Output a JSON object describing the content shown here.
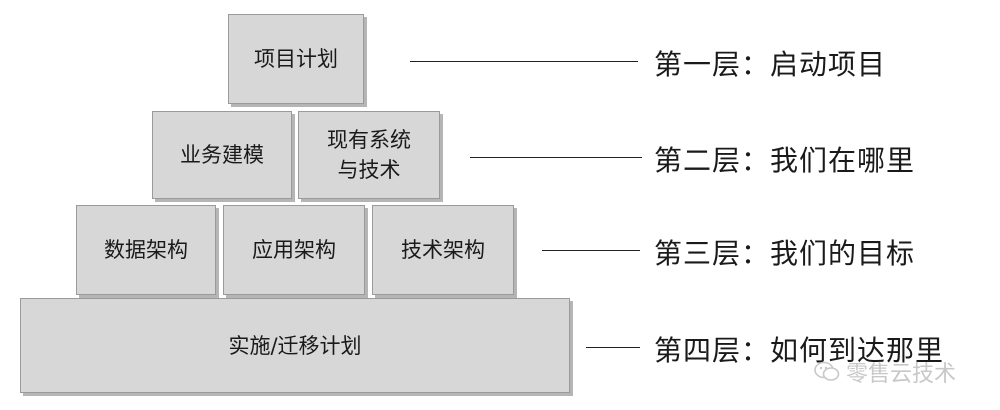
{
  "pyramid": {
    "layer1": {
      "blocks": [
        "项目计划"
      ]
    },
    "layer2": {
      "blocks": [
        "业务建模",
        "现有系统\n与技术"
      ]
    },
    "layer3": {
      "blocks": [
        "数据架构",
        "应用架构",
        "技术架构"
      ]
    },
    "layer4": {
      "blocks": [
        "实施/迁移计划"
      ]
    }
  },
  "layers": [
    {
      "label": "第一层：启动项目"
    },
    {
      "label": "第二层：我们在哪里"
    },
    {
      "label": "第三层：我们的目标"
    },
    {
      "label": "第四层：如何到达那里"
    }
  ],
  "watermark": {
    "text": "零售云技术"
  }
}
